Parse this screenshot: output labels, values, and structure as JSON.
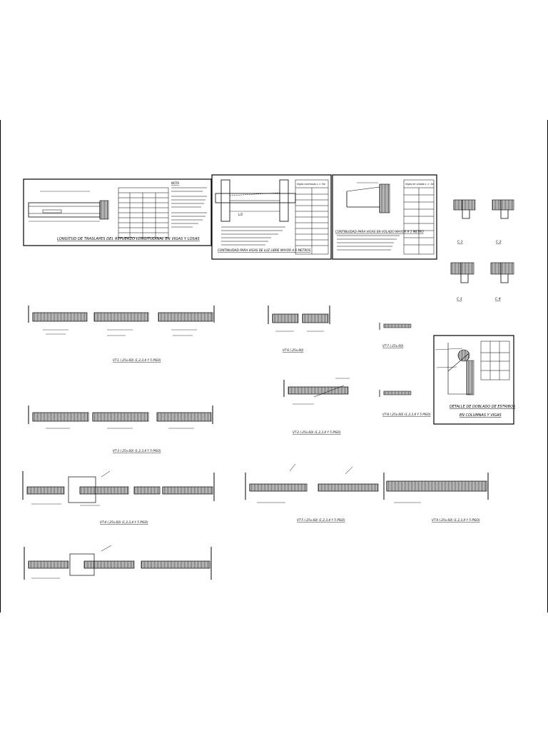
{
  "sheet": {
    "panels": {
      "splice_table": {
        "title": "LONGITUD DE TRASLAPES DEL REFUERZO LONGITUDINAL EN VIGAS Y LOSAS",
        "notes_heading": "NOTA"
      },
      "beam_a": {
        "title": "CONTINUIDAD PARA VIGAS DE LUZ LIBRE MAYOR A 6 METROS",
        "label": "L/2",
        "table_heading": "Vigas continuas L > 3m"
      },
      "beam_b": {
        "title": "CONTINUIDAD PARA VIGAS EN VOLADO MAYOR A 1 METRO",
        "table_heading": "Vigas en volado L > 1m"
      },
      "stirrup_detail": {
        "title_line1": "DETALLE DE DOBLADO DE ESTRIBOS",
        "title_line2": "EN COLUMNAS Y VIGAS"
      }
    },
    "beam_labels": [
      "VT-1 (.25x.60) (1,2,3,4 Y 5 PISO)",
      "VT-2 (.25x.60) (1,2,3,4 Y 5 PISO)",
      "VT-3 (.25x.60) (1,2,3,4 Y 5 PISO)",
      "VT-4 (.25x.60) (1,2,3,4 Y 5 PISO)",
      "VT-5 (.25x.60) (1,2,3,4 Y 5 PISO)",
      "VT-6 (.25x.60)",
      "VT-7 (.25x.60)",
      "VT-8 (.25x.60) (1,2,3,4 Y 5 PISO)",
      "VT-9 (.25x.60) (1,2,3,4 Y 5 PISO)"
    ],
    "column_details": [
      "C-1",
      "C-2",
      "C-3",
      "C-4"
    ]
  }
}
